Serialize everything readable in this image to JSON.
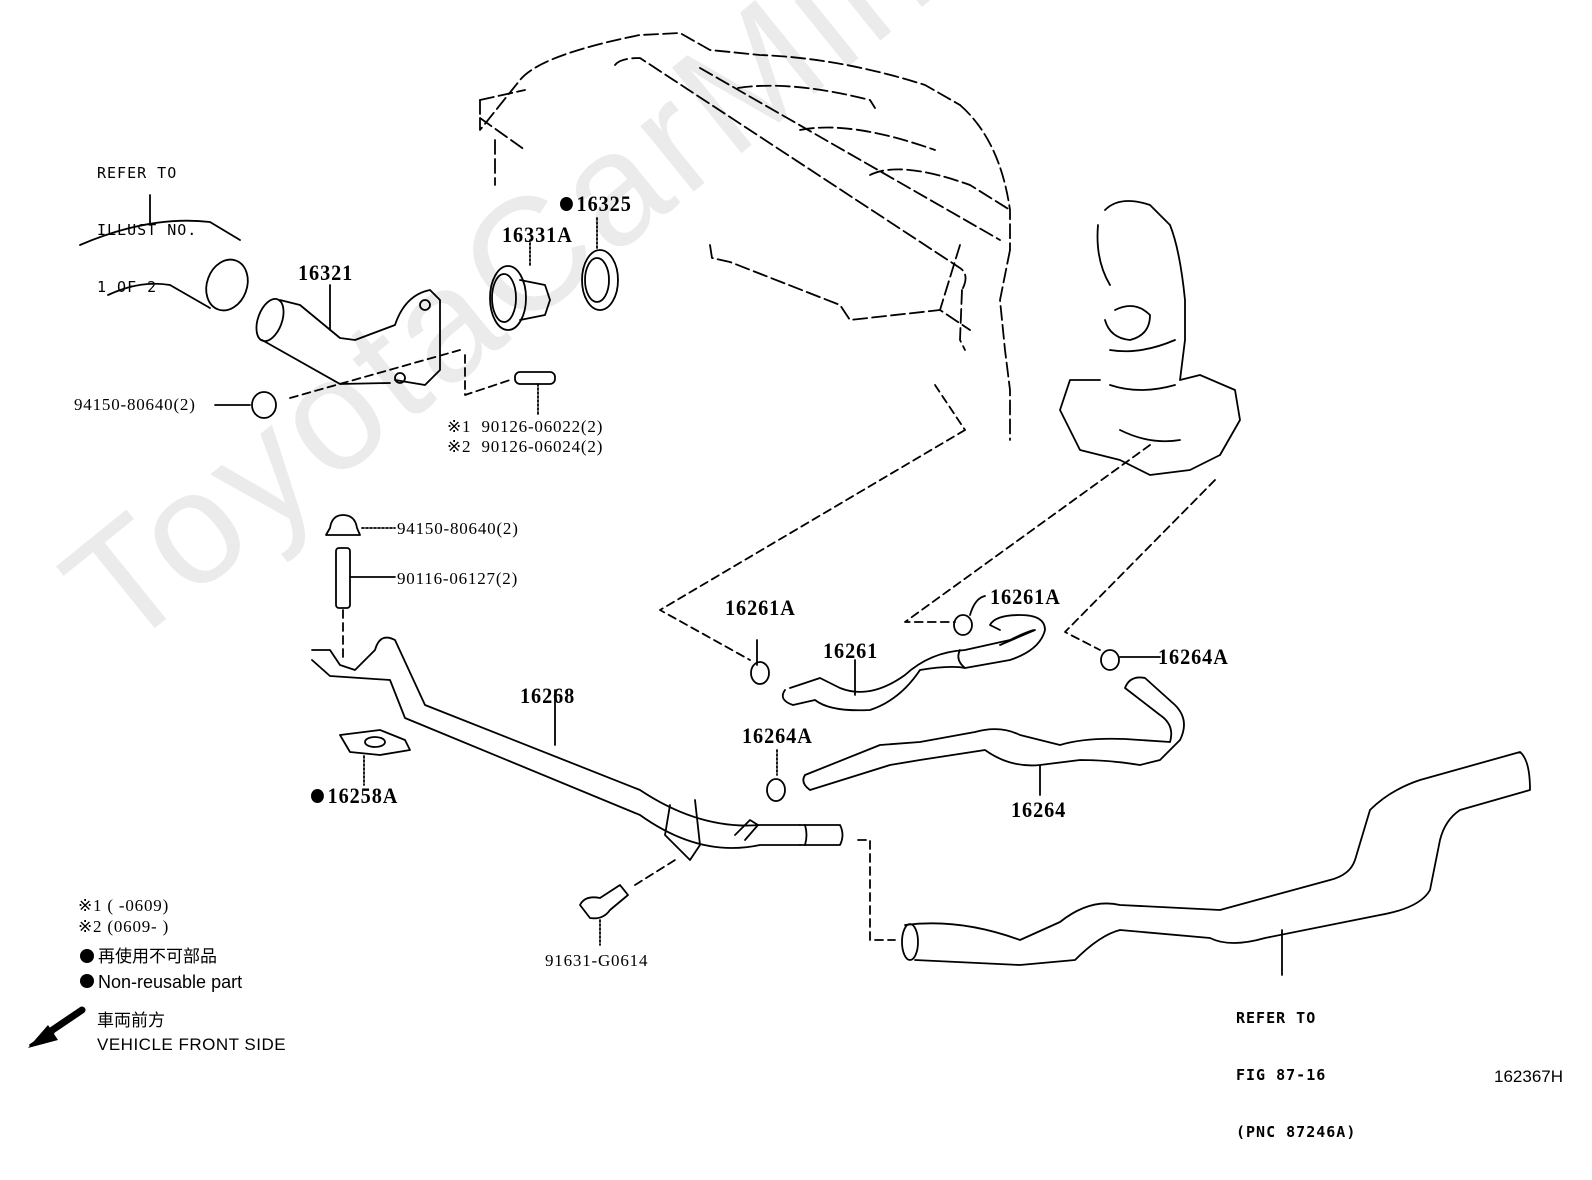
{
  "diagram": {
    "figure_number": "162367H",
    "watermark": "ToyotaCarMine.ru",
    "refer_top_left": [
      "REFER TO",
      "ILLUST NO.",
      "1 OF 2"
    ],
    "refer_bottom_right": [
      "REFER TO",
      "FIG 87-16",
      "(PNC 87246A)"
    ],
    "parts": {
      "p16321": "16321",
      "p16331A": "16331A",
      "p16325": "16325",
      "p94150_top": "94150-80640(2)",
      "p90126_1": "90126-06022(2)",
      "p90126_2": "90126-06024(2)",
      "mark1": "※1",
      "mark2": "※2",
      "p94150_mid": "94150-80640(2)",
      "p90116": "90116-06127(2)",
      "p16268": "16268",
      "p16258A": "16258A",
      "p16261A_left": "16261A",
      "p16261": "16261",
      "p16261A_right": "16261A",
      "p16264A_right": "16264A",
      "p16264A_left": "16264A",
      "p16264": "16264",
      "p91631": "91631-G0614"
    },
    "legend": {
      "note1": "※1 (      -0609)",
      "note2": "※2 (0609-      )",
      "nonreusable_jp": "再使用不可部品",
      "nonreusable_en": "Non-reusable part",
      "front_jp": "車両前方",
      "front_en": "VEHICLE FRONT SIDE"
    },
    "non_reusable_parts": [
      "16325",
      "16258A"
    ]
  }
}
